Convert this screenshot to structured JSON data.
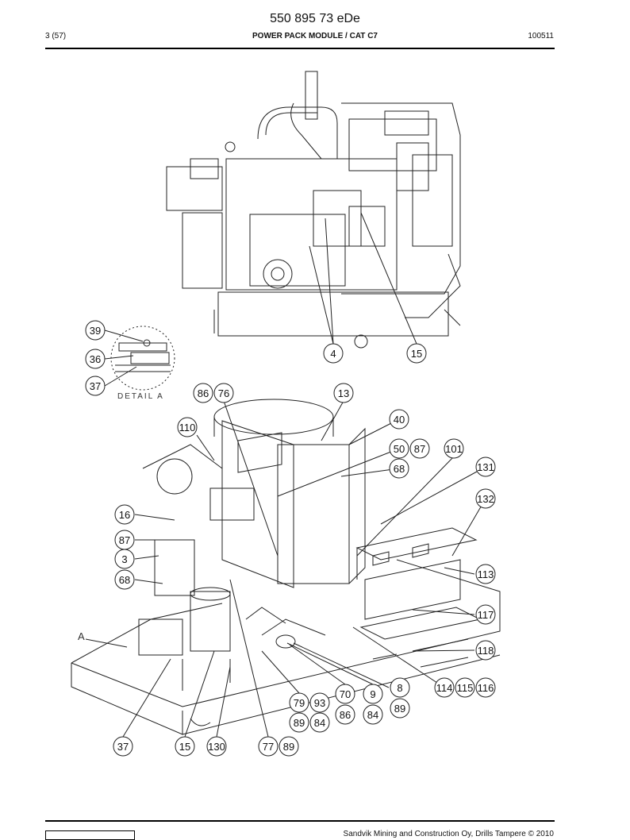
{
  "header": {
    "doc_number": "550 895 73 eDe",
    "page": "3 (57)",
    "title": "POWER PACK MODULE / CAT C7",
    "date": "100511"
  },
  "footer": {
    "text": "Sandvik Mining and Construction Oy, Drills Tampere © 2010"
  },
  "detail_label": "DETAIL A",
  "detail_marker": "A",
  "callouts": {
    "c4": "4",
    "c15_top": "15",
    "c39": "39",
    "c36": "36",
    "c37_det": "37",
    "c86_top": "86",
    "c76": "76",
    "c13": "13",
    "c40": "40",
    "c110": "110",
    "c50": "50",
    "c87_top": "87",
    "c101": "101",
    "c68_top": "68",
    "c131": "131",
    "c132": "132",
    "c16": "16",
    "c87_left": "87",
    "c3": "3",
    "c68_left": "68",
    "c113": "113",
    "c117": "117",
    "c118": "118",
    "c8": "8",
    "c114": "114",
    "c115": "115",
    "c116": "116",
    "c70": "70",
    "c9": "9",
    "c89_a": "89",
    "c79": "79",
    "c93": "93",
    "c86_b": "86",
    "c84_a": "84",
    "c89_b": "89",
    "c84_b": "84",
    "c37_bot": "37",
    "c15_bot": "15",
    "c130": "130",
    "c77": "77",
    "c89_c": "89"
  }
}
